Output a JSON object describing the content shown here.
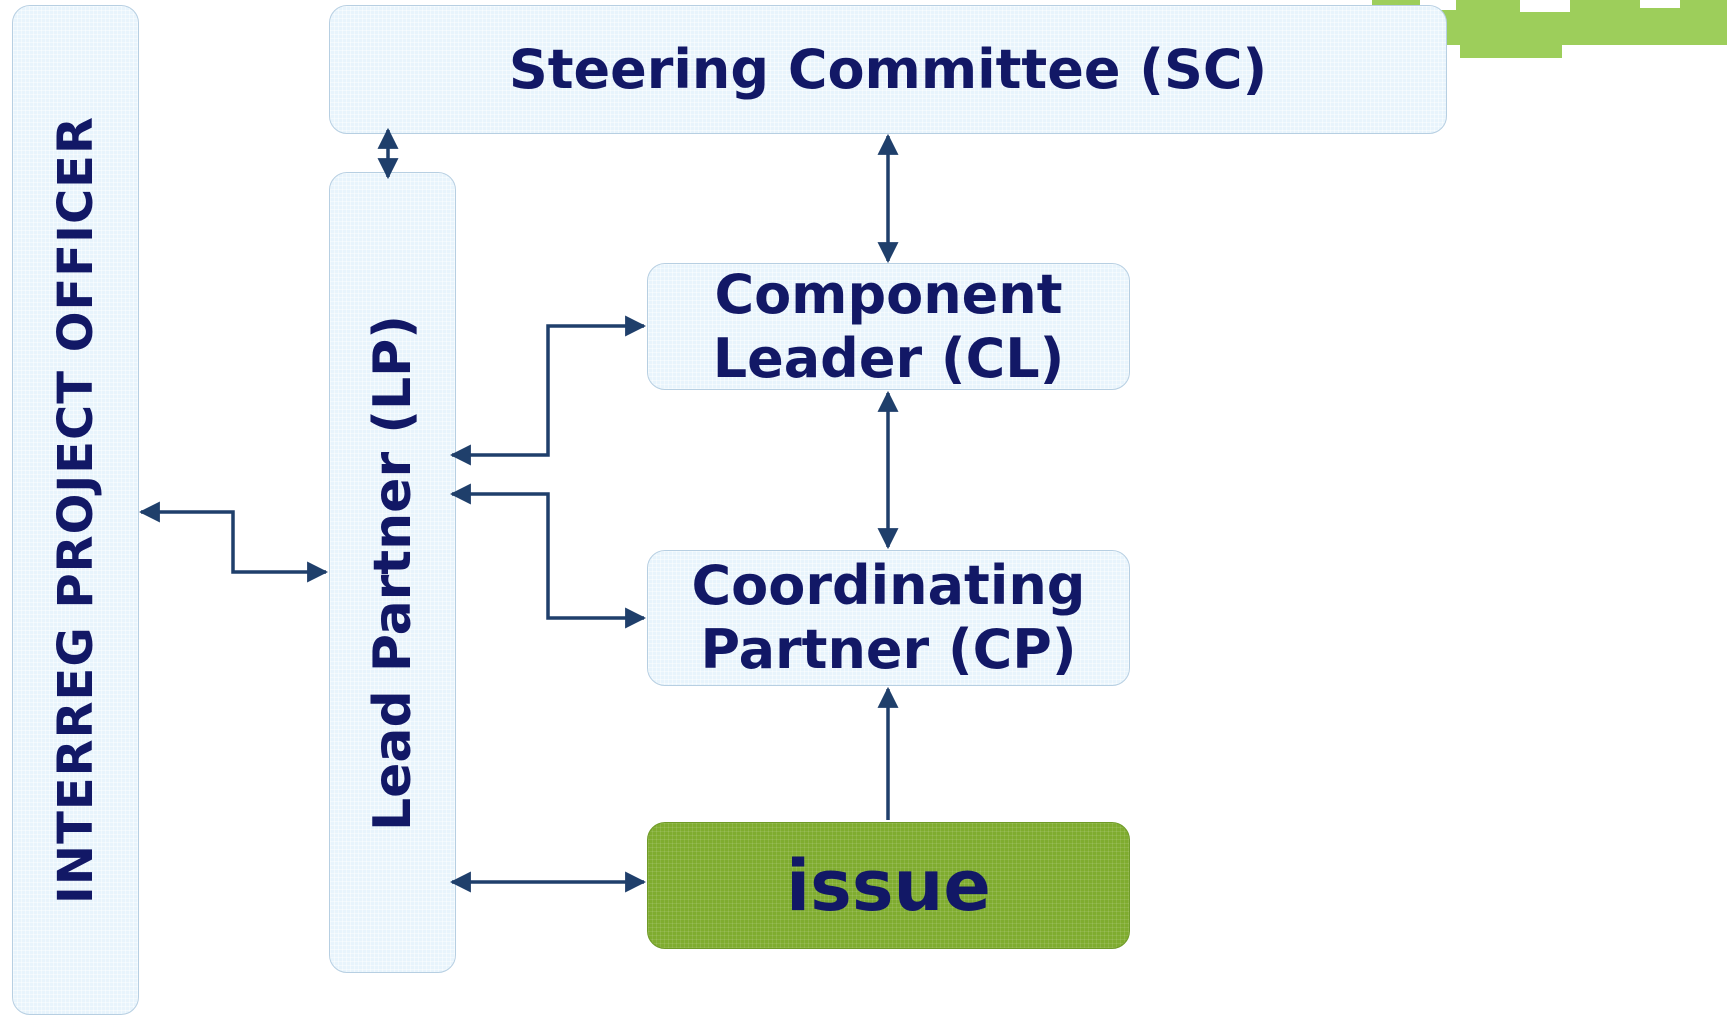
{
  "colors": {
    "box_fill": "#e8f4fc",
    "box_text": "#121866",
    "issue_fill": "#7fac2f",
    "arrow": "#1f3f6b",
    "logo_green": "#8dc63f"
  },
  "nodes": {
    "interreg_officer": "INTERREG PROJECT OFFICER",
    "lead_partner": "Lead Partner (LP)",
    "steering_committee": "Steering Committee (SC)",
    "component_leader": {
      "line1": "Component",
      "line2": "Leader (CL)"
    },
    "coordinating_partner": {
      "line1": "Coordinating",
      "line2": "Partner (CP)"
    },
    "issue": "issue"
  },
  "edges": [
    {
      "from": "lead_partner",
      "to": "steering_committee",
      "direction": "both"
    },
    {
      "from": "steering_committee",
      "to": "component_leader",
      "direction": "both"
    },
    {
      "from": "component_leader",
      "to": "coordinating_partner",
      "direction": "both"
    },
    {
      "from": "issue",
      "to": "coordinating_partner",
      "direction": "forward"
    },
    {
      "from": "interreg_officer",
      "to": "lead_partner",
      "direction": "both"
    },
    {
      "from": "lead_partner",
      "to": "component_leader",
      "direction": "both"
    },
    {
      "from": "lead_partner",
      "to": "coordinating_partner",
      "direction": "both"
    },
    {
      "from": "lead_partner",
      "to": "issue",
      "direction": "both"
    }
  ],
  "logo": "logo-graphic"
}
